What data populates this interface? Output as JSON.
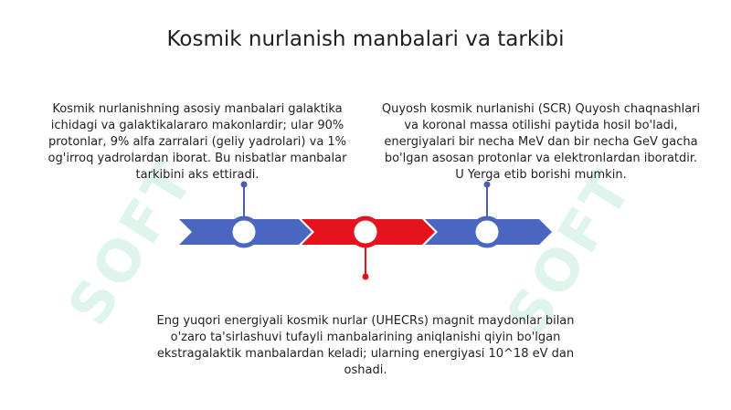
{
  "title": "Kosmik nurlanish manbalari va tarkibi",
  "watermark": "SOFT",
  "descriptions": {
    "left": "Kosmik nurlanishning asosiy manbalari galaktika ichidagi va galaktikalararo makonlardir; ular 90% protonlar, 9% alfa zarralari (geliy yadrolari) va 1% og'irroq yadrolardan iborat. Bu nisbatlar manbalar tarkibini aks ettiradi.",
    "right": "Quyosh kosmik nurlanishi (SCR) Quyosh chaqnashlari va koronal massa otilishi paytida hosil bo'ladi, energiyalari bir necha MeV dan bir necha GeV gacha bo'lgan asosan protonlar va elektronlardan iboratdir. U Yerga etib borishi mumkin.",
    "bottom": "Eng yuqori energiyali kosmik nurlar (UHECRs) magnit maydonlar bilan o'zaro ta'sirlashuvi tufayli manbalarining aniqlanishi qiyin bo'lgan ekstragalaktik manbalardan keladi; ularning energiyasi 10^18 eV dan oshadi."
  },
  "colors": {
    "blue": "#4a66c0",
    "red": "#e5131d",
    "pin_blue": "#4a5fa8",
    "watermark": "#22b47a"
  }
}
